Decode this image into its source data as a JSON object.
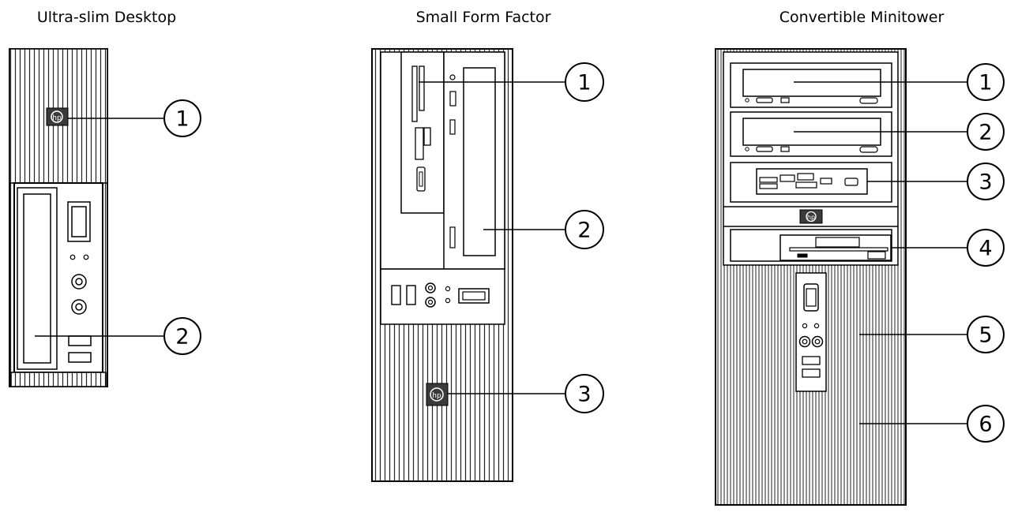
{
  "titles": {
    "ultra_slim": "Ultra-slim Desktop",
    "small_form_factor": "Small Form Factor",
    "minitower": "Convertible Minitower"
  },
  "callouts": {
    "ultra_slim": [
      "1",
      "2"
    ],
    "small_form_factor": [
      "1",
      "2",
      "3"
    ],
    "minitower": [
      "1",
      "2",
      "3",
      "4",
      "5",
      "6"
    ]
  },
  "colors": {
    "line": "#000000",
    "background": "#ffffff",
    "logo_dark": "#3a3a3a"
  },
  "icons": {
    "logo": "hp-logo"
  }
}
